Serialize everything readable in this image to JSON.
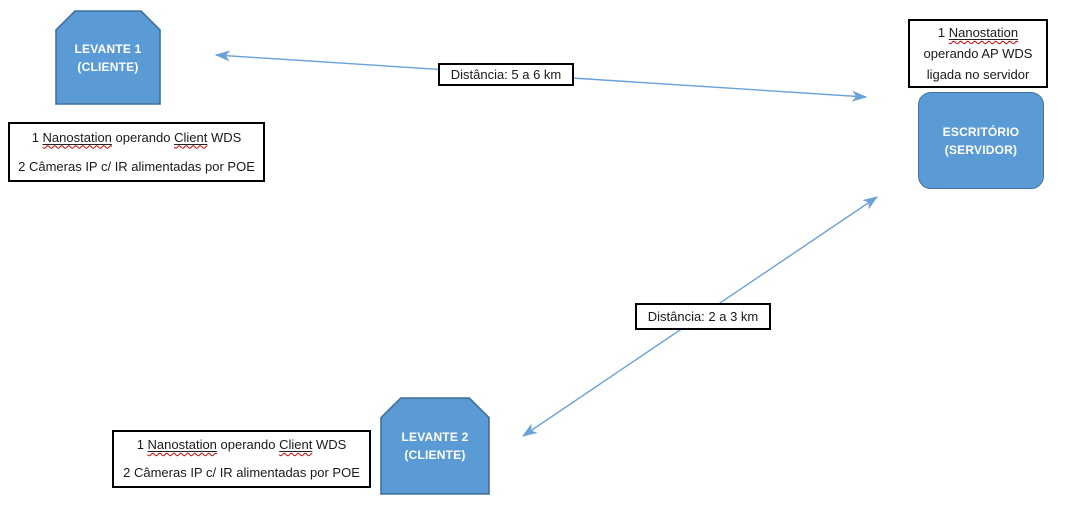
{
  "colors": {
    "node_fill": "#5b9bd5",
    "node_border": "#41719c",
    "arrow": "#6aa1d8",
    "squiggle_red": "#d40000",
    "note_border": "#000000",
    "background": "#ffffff"
  },
  "nodes": {
    "levante1": {
      "title": "LEVANTE 1",
      "subtitle": "(CLIENTE)"
    },
    "levante2": {
      "title": "LEVANTE 2",
      "subtitle": "(CLIENTE)"
    },
    "escritorio": {
      "title": "ESCRITÓRIO",
      "subtitle": "(SERVIDOR)"
    }
  },
  "labels": {
    "distance1": "Distância: 5 a 6 km",
    "distance2": "Distância: 2 a 3 km"
  },
  "notes": {
    "client_note_top": {
      "l1_num": "1 ",
      "l1_word1": "Nanostation",
      "l1_mid": " operando ",
      "l1_word2": "Client",
      "l1_end": " WDS",
      "l2": "2 Câmeras IP c/ IR alimentadas por POE"
    },
    "client_note_bottom": {
      "l1_num": "1 ",
      "l1_word1": "Nanostation",
      "l1_mid": " operando ",
      "l1_word2": "Client",
      "l1_end": " WDS",
      "l2": "2 Câmeras IP c/ IR alimentadas por POE"
    },
    "server_note": {
      "l1_num": "1 ",
      "l1_word1": "Nanostation",
      "l2": "operando AP WDS",
      "l3": "ligada no servidor"
    }
  }
}
